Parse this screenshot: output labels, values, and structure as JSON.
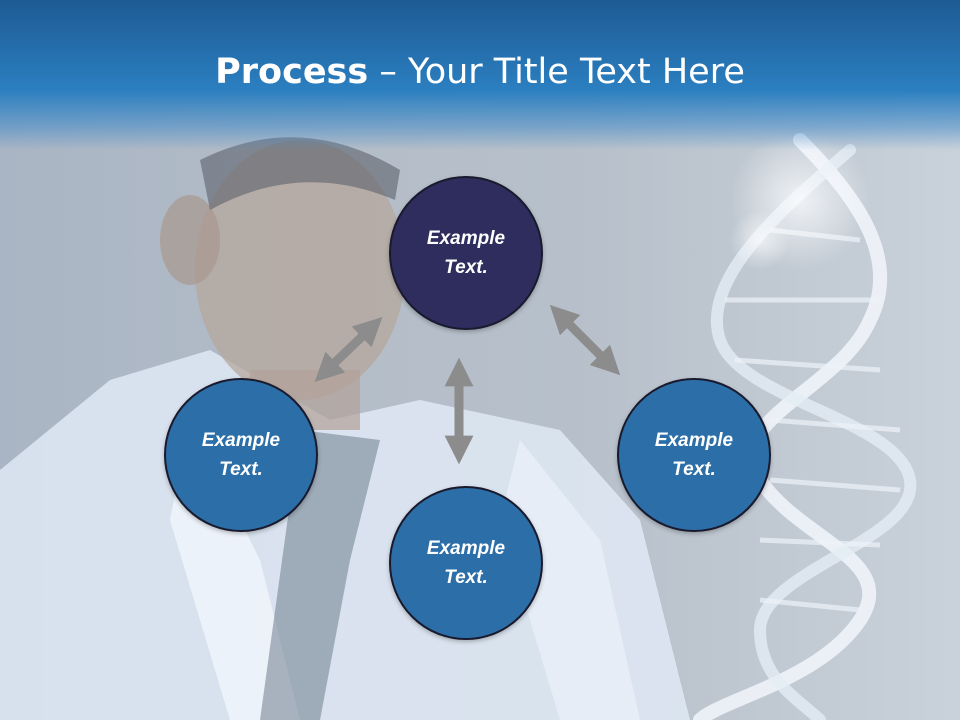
{
  "title": {
    "bold": "Process",
    "rest": " – Your Title Text Here"
  },
  "nodes": {
    "top": "Example Text.",
    "left": "Example Text.",
    "right": "Example Text.",
    "bottom": "Example Text."
  },
  "colors": {
    "header": "#2b7fc0",
    "node_top": "#2e2d5e",
    "node_other": "#2c6fa8",
    "arrow": "#8c8c8c"
  }
}
